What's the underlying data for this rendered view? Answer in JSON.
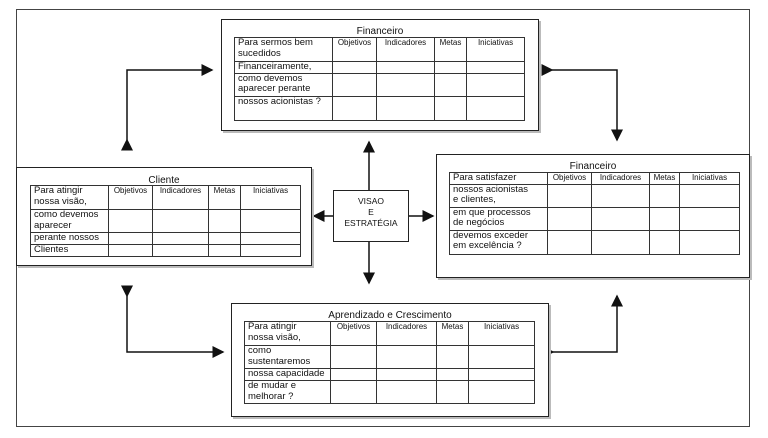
{
  "vision": {
    "lines": [
      "VISAO",
      "E",
      "ESTRATÉGIA"
    ]
  },
  "panels": {
    "top": {
      "title": "Financeiro",
      "headers": [
        "Objetivos",
        "Indicadores",
        "Metas",
        "Iniciativas"
      ],
      "question": [
        "Para sermos bem",
        "sucedidos",
        "Financeiramente,",
        "como devemos",
        "aparecer perante",
        "nossos acionistas ?"
      ]
    },
    "left": {
      "title": "Cliente",
      "headers": [
        "Objetivos",
        "Indicadores",
        "Metas",
        "Iniciativas"
      ],
      "question": [
        "Para atingir",
        "nossa visão,",
        "como devemos",
        "aparecer",
        "perante nossos",
        "Clientes"
      ]
    },
    "right": {
      "title": "Financeiro",
      "headers": [
        "Objetivos",
        "Indicadores",
        "Metas",
        "Iniciativas"
      ],
      "question": [
        "Para satisfazer",
        "nossos acionistas",
        "e clientes,",
        "em que processos",
        "de negócios",
        "devemos exceder",
        "em excelência ?"
      ]
    },
    "bottom": {
      "title": "Aprendizado e Crescimento",
      "headers": [
        "Objetivos",
        "Indicadores",
        "Metas",
        "Iniciativas"
      ],
      "question": [
        "Para atingir",
        "nossa visão,",
        "como",
        "sustentaremos",
        "nossa capacidade",
        "de mudar e",
        "melhorar ?"
      ]
    }
  }
}
